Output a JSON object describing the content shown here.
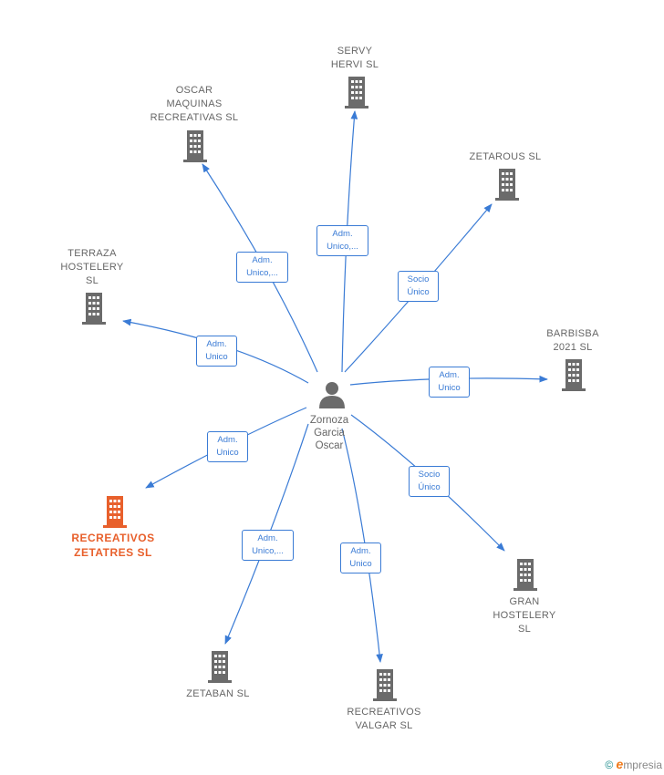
{
  "person": {
    "name": "Zornoza\nGarcia\nOscar",
    "icon": "person-icon"
  },
  "colors": {
    "edge": "#3a7bd5",
    "building": "#6b6b6b",
    "highlight": "#e8602c"
  },
  "companies": [
    {
      "id": "servy",
      "label": "SERVY\nHERVI SL",
      "highlight": false,
      "relation": "Adm.\nUnico,..."
    },
    {
      "id": "oscar",
      "label": "OSCAR\nMAQUINAS\nRECREATIVAS SL",
      "highlight": false,
      "relation": "Adm.\nUnico,..."
    },
    {
      "id": "zetarous",
      "label": "ZETAROUS SL",
      "highlight": false,
      "relation": "Socio\nÚnico"
    },
    {
      "id": "terraza",
      "label": "TERRAZA\nHOSTELERY\nSL",
      "highlight": false,
      "relation": "Adm.\nUnico"
    },
    {
      "id": "barbisba",
      "label": "BARBISBA\n2021 SL",
      "highlight": false,
      "relation": "Adm.\nUnico"
    },
    {
      "id": "zetatres",
      "label": "RECREATIVOS\nZETATRES SL",
      "highlight": true,
      "relation": "Adm.\nUnico"
    },
    {
      "id": "gran",
      "label": "GRAN\nHOSTELERY\nSL",
      "highlight": false,
      "relation": "Socio\nÚnico"
    },
    {
      "id": "zetaban",
      "label": "ZETABAN SL",
      "highlight": false,
      "relation": "Adm.\nUnico,..."
    },
    {
      "id": "valgar",
      "label": "RECREATIVOS\nVALGAR SL",
      "highlight": false,
      "relation": "Adm.\nUnico"
    }
  ],
  "brand": {
    "copyright": "©",
    "initial": "e",
    "rest": "mpresia"
  }
}
